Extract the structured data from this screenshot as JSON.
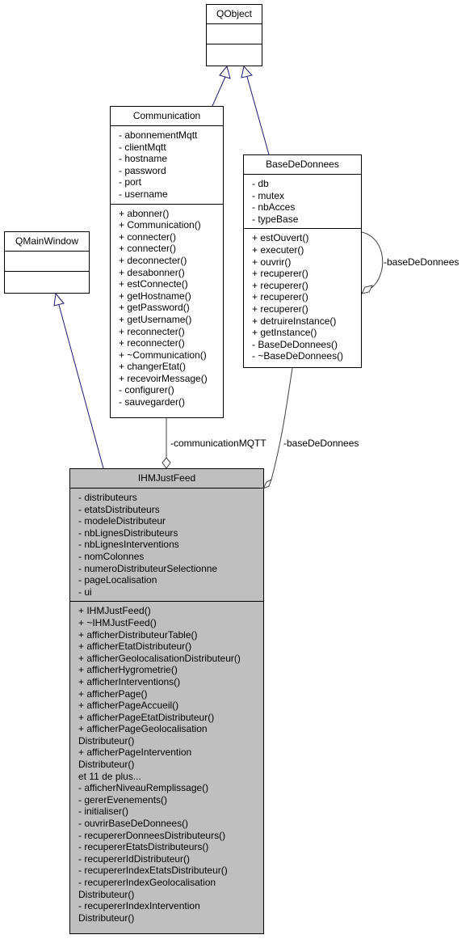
{
  "colors": {
    "edge": "#191970",
    "solid_edge": "#404040",
    "highlight_fill": "#bfbfbf"
  },
  "classes": {
    "qobject": {
      "name": "QObject"
    },
    "qmainwindow": {
      "name": "QMainWindow"
    },
    "communication": {
      "name": "Communication",
      "attributes": [
        "- abonnementMqtt",
        "- clientMqtt",
        "- hostname",
        "- password",
        "- port",
        "- username"
      ],
      "methods": [
        "+ abonner()",
        "+ Communication()",
        "+ connecter()",
        "+ connecter()",
        "+ deconnecter()",
        "+ desabonner()",
        "+ estConnecte()",
        "+ getHostname()",
        "+ getPassword()",
        "+ getUsername()",
        "+ reconnecter()",
        "+ reconnecter()",
        "+ ~Communication()",
        "+ changerEtat()",
        "+ recevoirMessage()",
        "- configurer()",
        "- sauvegarder()"
      ]
    },
    "basededonnees": {
      "name": "BaseDeDonnees",
      "attributes": [
        "- db",
        "- mutex",
        "- nbAcces",
        "- typeBase"
      ],
      "methods": [
        "+ estOuvert()",
        "+ executer()",
        "+ ouvrir()",
        "+ recuperer()",
        "+ recuperer()",
        "+ recuperer()",
        "+ recuperer()",
        "+ detruireInstance()",
        "+ getInstance()",
        "- BaseDeDonnees()",
        "- ~BaseDeDonnees()"
      ]
    },
    "ihmjustfeed": {
      "name": "IHMJustFeed",
      "attributes": [
        "- distributeurs",
        "- etatsDistributeurs",
        "- modeleDistributeur",
        "- nbLignesDistributeurs",
        "- nbLignesInterventions",
        "- nomColonnes",
        "- numeroDistributeurSelectionne",
        "- pageLocalisation",
        "- ui"
      ],
      "methods": [
        "+ IHMJustFeed()",
        "+ ~IHMJustFeed()",
        "+ afficherDistributeurTable()",
        "+ afficherEtatDistributeur()",
        "+ afficherGeolocalisationDistributeur()",
        "+ afficherHygrometrie()",
        "+ afficherInterventions()",
        "+ afficherPage()",
        "+ afficherPageAccueil()",
        "+ afficherPageEtatDistributeur()",
        "+ afficherPageGeolocalisation",
        "Distributeur()",
        "+ afficherPageIntervention",
        "Distributeur()",
        "et 11 de plus...",
        "- afficherNiveauRemplissage()",
        "- gererEvenements()",
        "- initialiser()",
        "- ouvrirBaseDeDonnees()",
        "- recupererDonneesDistributeurs()",
        "- recupererEtatsDistributeurs()",
        "- recupererIdDistributeur()",
        "- recupererIndexEtatsDistributeur()",
        "- recupererIndexGeolocalisation",
        "Distributeur()",
        "- recupererIndexIntervention",
        "Distributeur()"
      ]
    }
  },
  "relations": {
    "communication_mqtt": "-communicationMQTT",
    "base_de_donnees": "-baseDeDonnees",
    "self_base_de_donnees": "-baseDeDonnees"
  }
}
